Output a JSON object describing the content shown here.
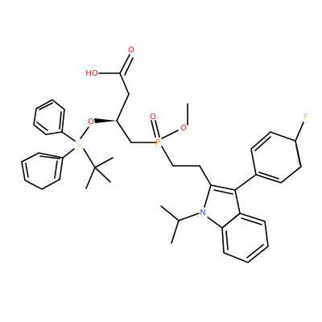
{
  "molecule": {
    "colors": {
      "bond": "#000000",
      "O": "#ff0d0d",
      "P": "#ff8000",
      "Si": "#f0c8a0",
      "N": "#3050f8",
      "F": "#90e050",
      "wedge": "#000000"
    },
    "labels": {
      "hydroxyl": "HO",
      "carbonyl_o": "O",
      "ether_o": "O",
      "silicon": "Si",
      "phosphorus": "P",
      "phosphoryl_o": "O",
      "methoxy_o": "O",
      "nitrogen": "N",
      "fluorine": "F"
    }
  }
}
